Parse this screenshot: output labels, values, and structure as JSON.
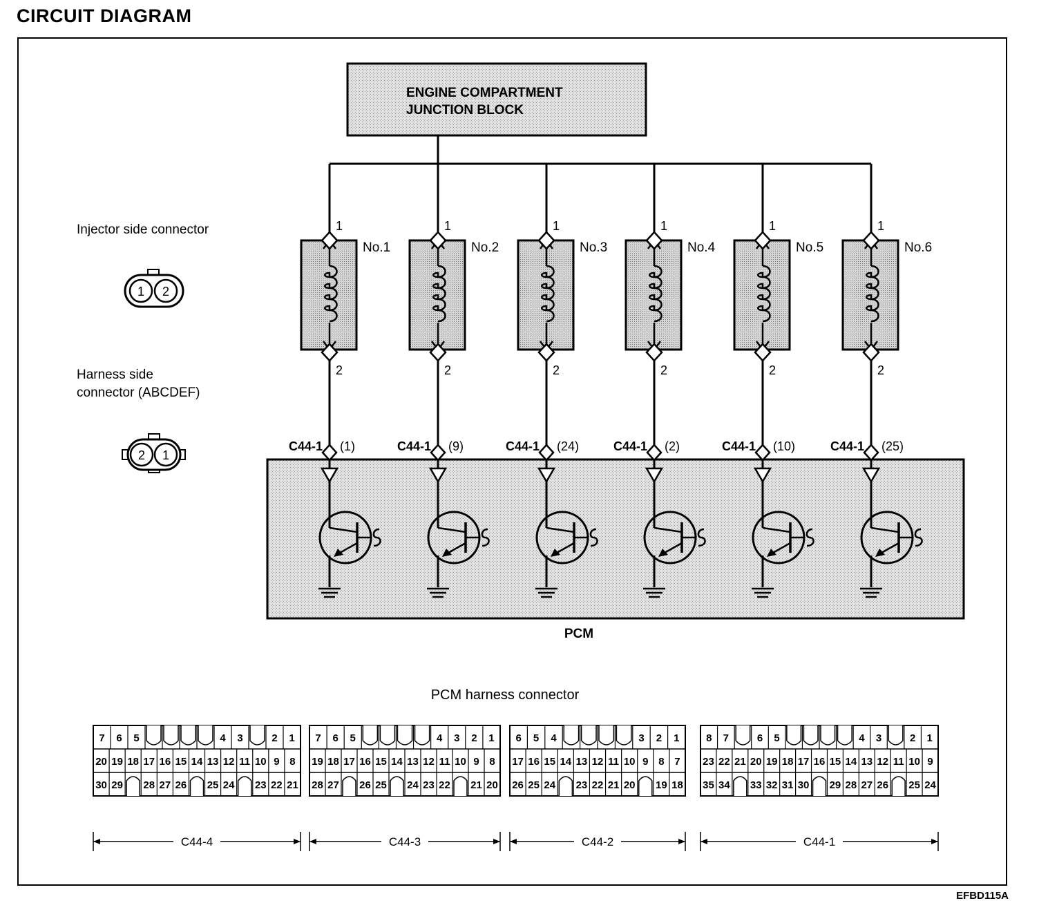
{
  "page": {
    "title": "CIRCUIT DIAGRAM",
    "figure_code": "EFBD115A"
  },
  "junction_block": {
    "line1": "ENGINE COMPARTMENT",
    "line2": "JUNCTION BLOCK"
  },
  "legend": {
    "injector_side_label": "Injector side connector",
    "harness_side_label_line1": "Harness side",
    "harness_side_label_line2": "connector (ABCDEF)",
    "injector_pins": [
      "1",
      "2"
    ],
    "harness_pins": [
      "2",
      "1"
    ]
  },
  "injectors": [
    {
      "name": "No.1",
      "pin_top": "1",
      "pin_bottom": "2",
      "connector": "C44-1",
      "pcm_pin": "(1)"
    },
    {
      "name": "No.2",
      "pin_top": "1",
      "pin_bottom": "2",
      "connector": "C44-1",
      "pcm_pin": "(9)"
    },
    {
      "name": "No.3",
      "pin_top": "1",
      "pin_bottom": "2",
      "connector": "C44-1",
      "pcm_pin": "(24)"
    },
    {
      "name": "No.4",
      "pin_top": "1",
      "pin_bottom": "2",
      "connector": "C44-1",
      "pcm_pin": "(2)"
    },
    {
      "name": "No.5",
      "pin_top": "1",
      "pin_bottom": "2",
      "connector": "C44-1",
      "pcm_pin": "(10)"
    },
    {
      "name": "No.6",
      "pin_top": "1",
      "pin_bottom": "2",
      "connector": "C44-1",
      "pcm_pin": "(25)"
    }
  ],
  "pcm": {
    "label": "PCM"
  },
  "harness": {
    "title": "PCM harness connector",
    "connectors": [
      {
        "name": "C44-4",
        "rows": [
          [
            "7",
            "6",
            "5",
            "",
            "",
            "",
            "",
            "4",
            "3",
            "",
            "2",
            "1"
          ],
          [
            "20",
            "19",
            "18",
            "17",
            "16",
            "15",
            "14",
            "13",
            "12",
            "11",
            "10",
            "9",
            "8"
          ],
          [
            "30",
            "29",
            "",
            "28",
            "27",
            "26",
            "",
            "25",
            "24",
            "",
            "23",
            "22",
            "21"
          ]
        ]
      },
      {
        "name": "C44-3",
        "rows": [
          [
            "7",
            "6",
            "5",
            "",
            "",
            "",
            "",
            "4",
            "3",
            "2",
            "1"
          ],
          [
            "19",
            "18",
            "17",
            "16",
            "15",
            "14",
            "13",
            "12",
            "11",
            "10",
            "9",
            "8"
          ],
          [
            "28",
            "27",
            "",
            "26",
            "25",
            "",
            "24",
            "23",
            "22",
            "",
            "21",
            "20"
          ]
        ]
      },
      {
        "name": "C44-2",
        "rows": [
          [
            "6",
            "5",
            "4",
            "",
            "",
            "",
            "",
            "3",
            "2",
            "1"
          ],
          [
            "17",
            "16",
            "15",
            "14",
            "13",
            "12",
            "11",
            "10",
            "9",
            "8",
            "7"
          ],
          [
            "26",
            "25",
            "24",
            "",
            "23",
            "22",
            "21",
            "20",
            "",
            "19",
            "18"
          ]
        ]
      },
      {
        "name": "C44-1",
        "rows": [
          [
            "8",
            "7",
            "",
            "6",
            "5",
            "",
            "",
            "",
            "",
            "4",
            "3",
            "",
            "2",
            "1"
          ],
          [
            "23",
            "22",
            "21",
            "20",
            "19",
            "18",
            "17",
            "16",
            "15",
            "14",
            "13",
            "12",
            "11",
            "10",
            "9"
          ],
          [
            "35",
            "34",
            "",
            "33",
            "32",
            "31",
            "30",
            "",
            "29",
            "28",
            "27",
            "26",
            "",
            "25",
            "24"
          ]
        ]
      }
    ]
  }
}
